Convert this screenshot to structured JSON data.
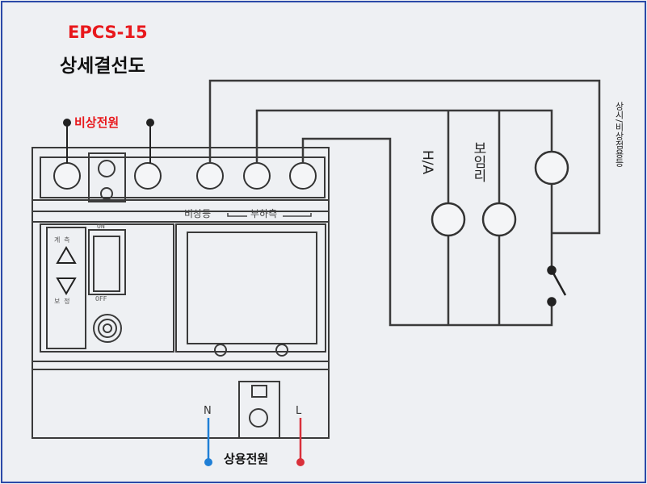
{
  "diagram": {
    "model": "EPCS-15",
    "title": "상세결선도",
    "emergency_power_label": "비상전원",
    "normal_power_label": "상용전원",
    "terminal_neutral": "N",
    "terminal_line": "L",
    "panel_label_emergency_light": "비상등",
    "panel_label_load": "부하측",
    "switch_on": "ON",
    "switch_off": "OFF",
    "button_up_top": "계 측",
    "button_up_bottom": "보 정",
    "device_ha": "H/A",
    "device_indicator": "보임리",
    "device_lamp": "상시/비상점용등",
    "colors": {
      "emergency": "#e8181c",
      "neutral_wire": "#1f7fd6",
      "line_wire": "#d9303a",
      "line_art": "#3a3a3a"
    }
  }
}
